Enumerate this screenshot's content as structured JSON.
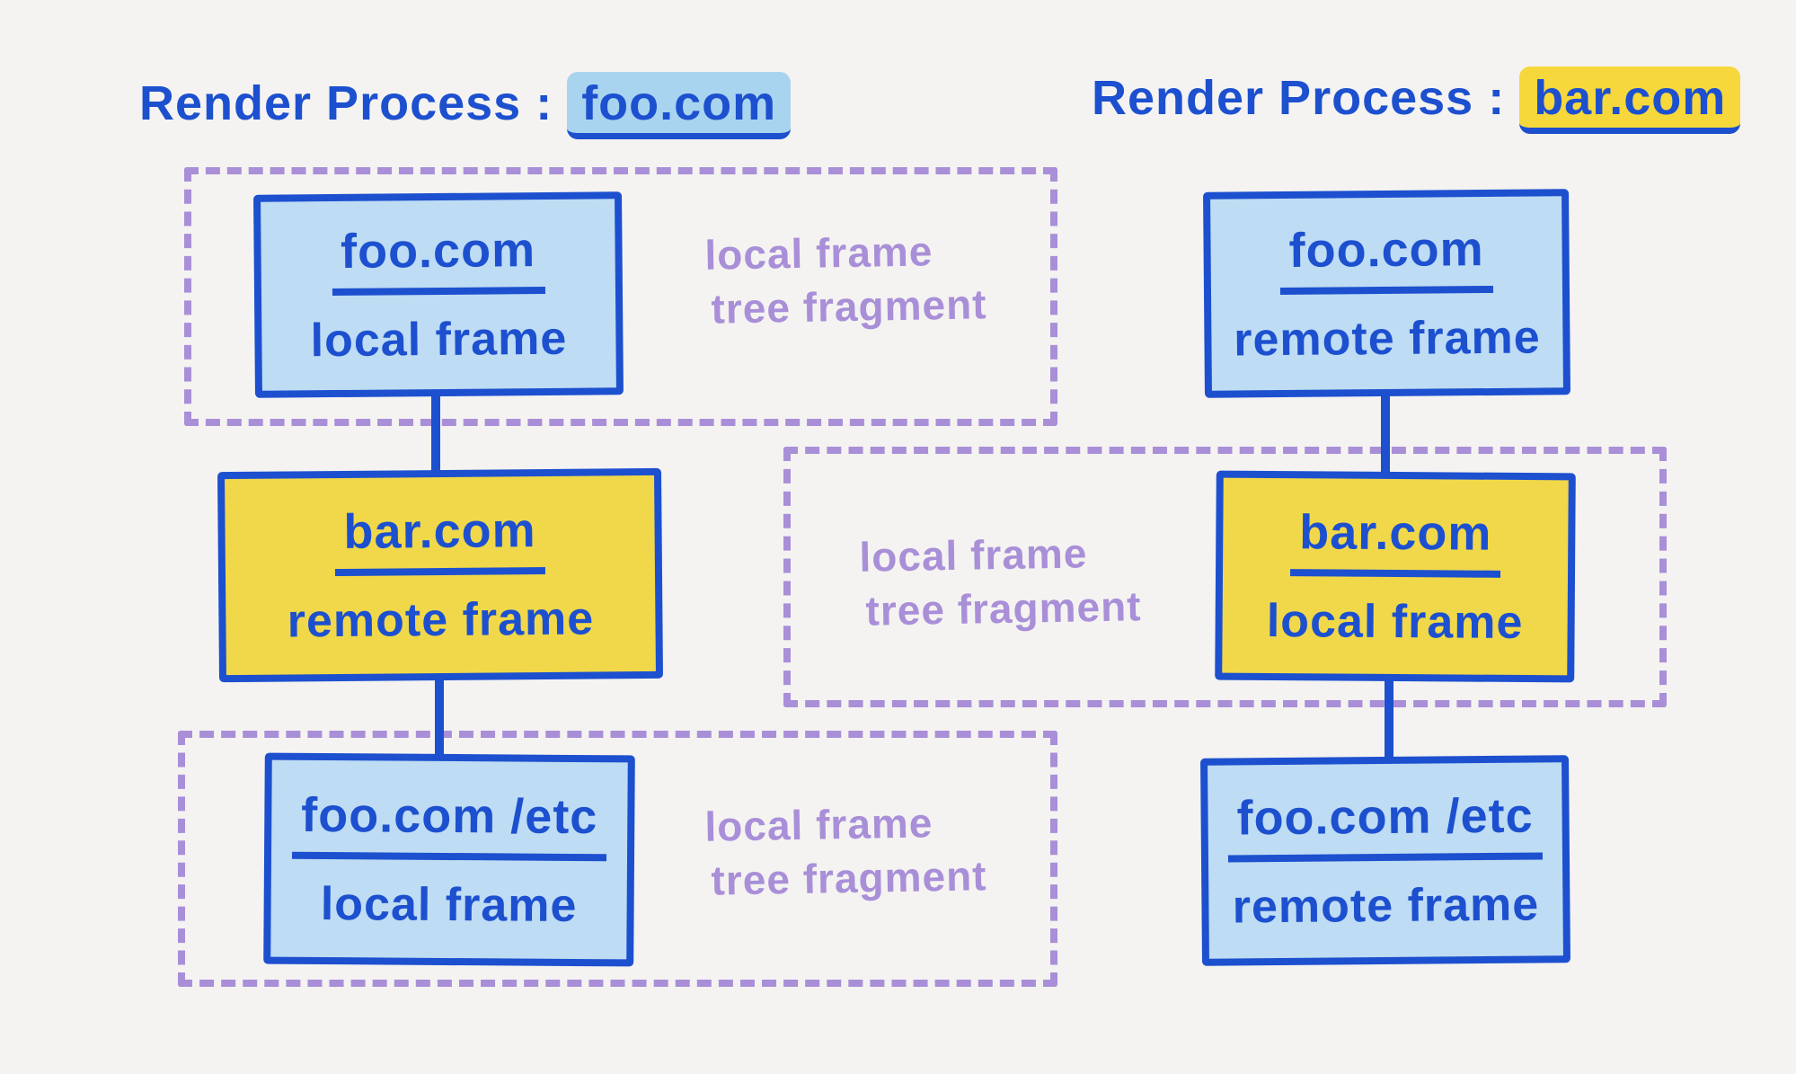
{
  "colors": {
    "background": "#f4f3f1",
    "ink_blue": "#1d50cf",
    "blue_fill": "#bedcf3",
    "yellow_fill": "#f0d84a",
    "purple": "#a98fd8",
    "highlight_blue": "#a9d4ef",
    "highlight_yellow": "#f6d83c"
  },
  "left_process": {
    "title_prefix": "Render Process :",
    "title_domain": "foo.com",
    "nodes": {
      "top": {
        "domain": "foo.com",
        "role": "local frame"
      },
      "middle": {
        "domain": "bar.com",
        "role": "remote frame"
      },
      "bottom": {
        "domain": "foo.com /etc",
        "role": "local frame"
      }
    },
    "fragments": {
      "top": {
        "line1": "local frame",
        "line2": "tree fragment"
      },
      "bottom": {
        "line1": "local frame",
        "line2": "tree fragment"
      }
    }
  },
  "right_process": {
    "title_prefix": "Render Process :",
    "title_domain": "bar.com",
    "nodes": {
      "top": {
        "domain": "foo.com",
        "role": "remote frame"
      },
      "middle": {
        "domain": "bar.com",
        "role": "local frame"
      },
      "bottom": {
        "domain": "foo.com /etc",
        "role": "remote frame"
      }
    },
    "fragments": {
      "middle": {
        "line1": "local frame",
        "line2": "tree fragment"
      }
    }
  }
}
